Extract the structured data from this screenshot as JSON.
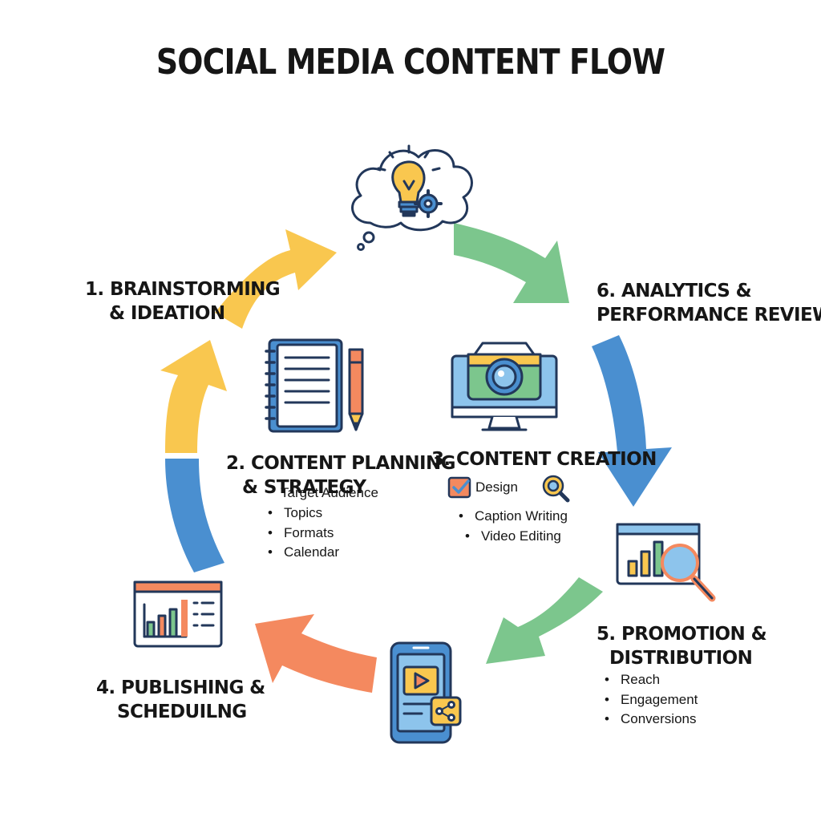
{
  "title": "SOCIAL MEDIA CONTENT FLOW",
  "steps": [
    {
      "lines": [
        "1. BRAINSTORMING",
        "& IDEATION"
      ]
    },
    {
      "lines": [
        "2. CONTENT PLANNING",
        "& STRATEGY"
      ],
      "overlap_text": "Target Audience",
      "bullets": [
        "Topics",
        "Formats",
        "Calendar"
      ]
    },
    {
      "lines": [
        "3. CONTENT CREATION"
      ],
      "inline_label": "Design",
      "bullets": [
        "Caption Writing",
        "Video Editing"
      ]
    },
    {
      "lines": [
        "4. PUBLISHING &",
        "SCHEDUILNG"
      ]
    },
    {
      "lines": [
        "5. PROMOTION &",
        "DISTRIBUTION"
      ],
      "bullets": [
        "Reach",
        "Engagement",
        "Conversions"
      ]
    },
    {
      "lines": [
        "6. ANALYTICS &",
        "PERFORMANCE REVIEW"
      ]
    }
  ],
  "icons": {
    "step1": "lightbulb-gear-thought-cloud-icon",
    "step2": "notebook-pencil-icon",
    "step3": "monitor-camera-icon",
    "step3_design": "checkbox-icon",
    "step3_search": "magnifier-icon",
    "step4": "browser-chart-icon",
    "step5": "smartphone-video-share-icon",
    "step6": "browser-chart-magnifier-icon"
  },
  "colors": {
    "yellow": "#F9C74F",
    "green": "#7CC68D",
    "blue": "#4A8FD0",
    "orange": "#F4895F",
    "outline": "#22375A"
  }
}
